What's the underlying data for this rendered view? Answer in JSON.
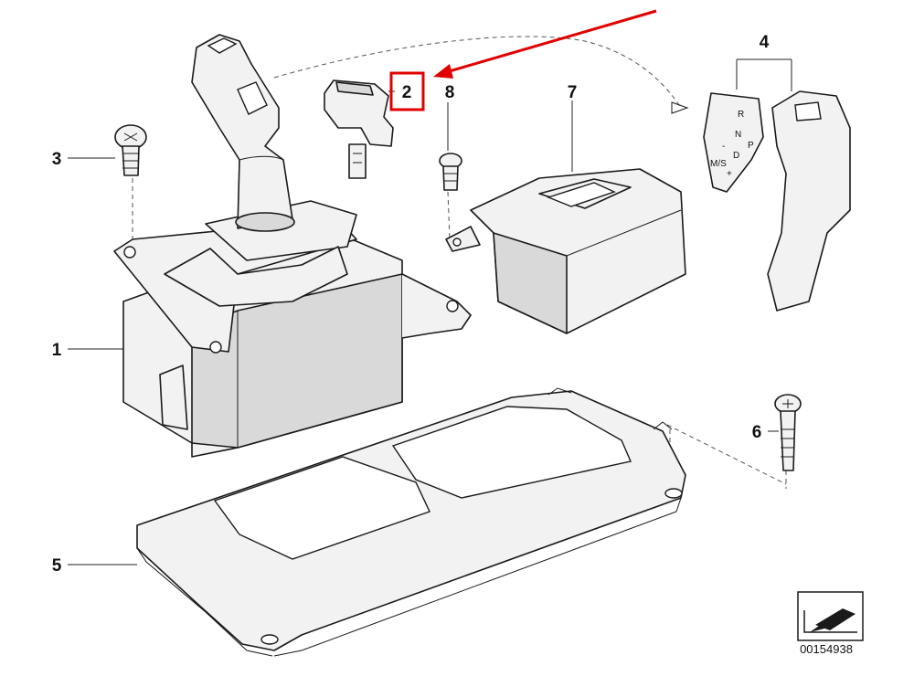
{
  "callouts": {
    "p1": "1",
    "p2": "2",
    "p3": "3",
    "p4": "4",
    "p5": "5",
    "p6": "6",
    "p7": "7",
    "p8": "8"
  },
  "gear_indicator": {
    "r": "R",
    "n": "N",
    "p": "P",
    "d": "D",
    "ms": "M/S",
    "minus": "-",
    "plus": "+"
  },
  "document_number": "00154938",
  "colors": {
    "highlight": "#e00000",
    "line": "#1a1a1a"
  }
}
